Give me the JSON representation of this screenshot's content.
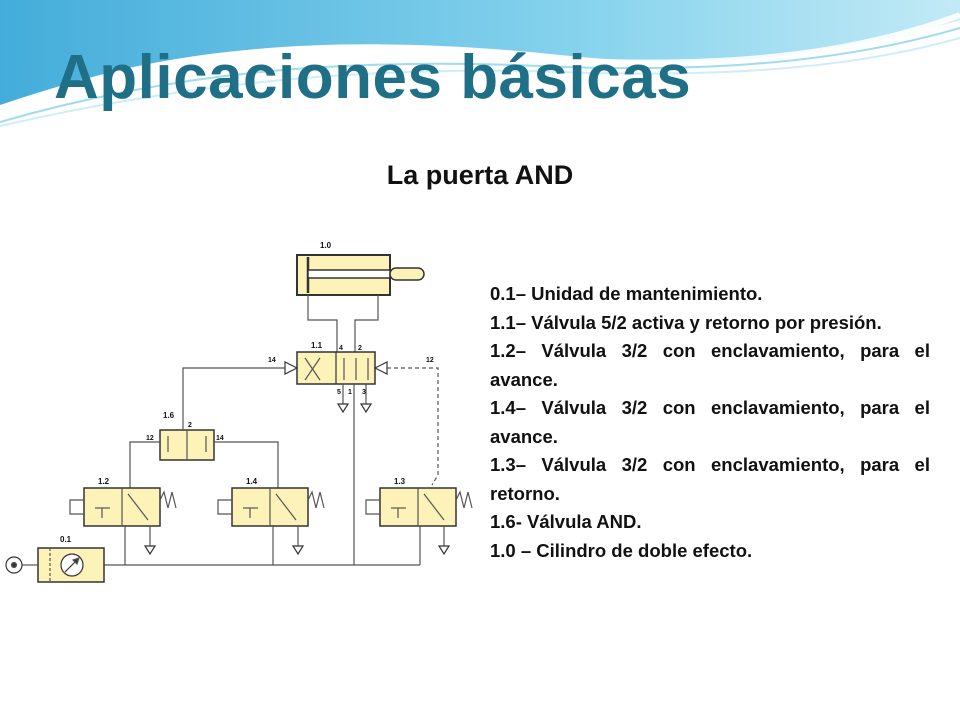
{
  "slide": {
    "title": "Aplicaciones básicas",
    "subtitle": "La puerta AND"
  },
  "diagram": {
    "labels": {
      "cylinder": "1.0",
      "valve_main": "1.1",
      "valve_and": "1.6",
      "valve_1_2": "1.2",
      "valve_1_4": "1.4",
      "valve_1_3": "1.3",
      "maintenance": "0.1"
    },
    "ports": {
      "p14": "14",
      "p4": "4",
      "p2": "2",
      "p12": "12",
      "p5": "5",
      "p1": "1",
      "p3": "3",
      "and_12": "12",
      "and_14": "14",
      "and_2": "2"
    }
  },
  "legend": [
    "0.1– Unidad de mantenimiento.",
    "1.1– Válvula 5/2 activa y retorno por presión.",
    "1.2– Válvula 3/2 con enclavamiento, para el avance.",
    "1.4– Válvula 3/2 con enclavamiento, para el avance.",
    "1.3– Válvula 3/2 con enclavamiento, para el retorno.",
    "1.6- Válvula AND.",
    "1.0 – Cilindro de doble efecto."
  ],
  "colors": {
    "title": "#1f6f86",
    "component_fill": "#fdf3b8",
    "line": "#555555"
  }
}
